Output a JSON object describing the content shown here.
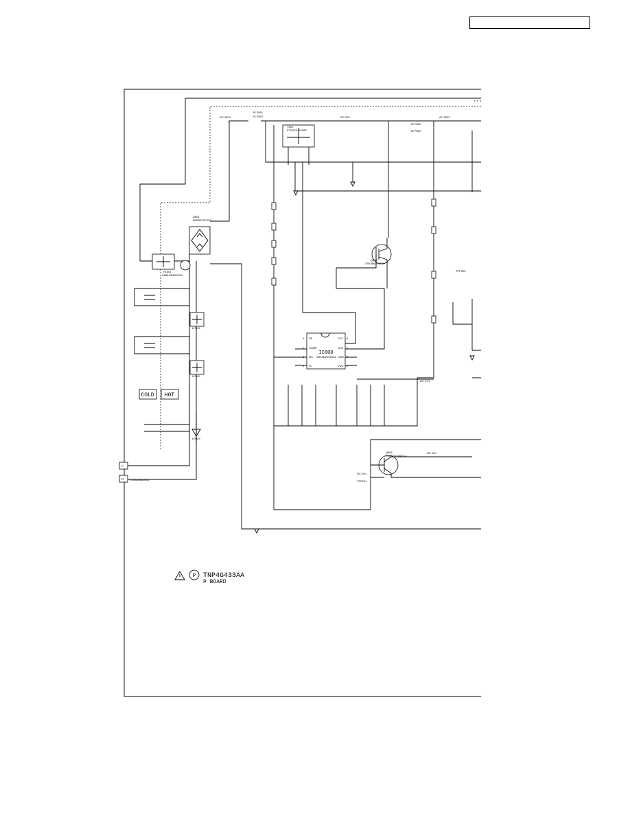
{
  "header": {
    "box_text": ""
  },
  "board": {
    "code": "TNP4G433AA",
    "name": "P BOARD",
    "id_letter": "P",
    "connector_labels": [
      "P",
      "P1"
    ],
    "connector_part": "K1KA02B00295",
    "cold_label": "COLD",
    "hot_label": "HOT"
  },
  "components": {
    "ic": {
      "ref": "IC800",
      "part": "C5HABZZ00034",
      "pins_left": [
        "FB",
        "COMP",
        "MC",
        "IS"
      ],
      "pins_right": [
        "VCC",
        "OUT",
        "GND",
        "VDD"
      ],
      "pin_nums_left": [
        "1",
        "2",
        "3",
        "4"
      ],
      "pin_nums_right": [
        "8",
        "7",
        "6",
        "5"
      ]
    },
    "transformer": {
      "ref": "T801",
      "part": "ETS4CE11006E"
    },
    "fet": {
      "ref": "Q814",
      "part": "2SK3662G0016"
    },
    "transistor": {
      "ref": "Q806",
      "part": "2SA2230000014"
    },
    "bridge": {
      "ref": "D801",
      "part": "B0EBT00C009"
    },
    "relay": {
      "ref": "RL801",
      "part": "K6B1DAB0C009"
    },
    "photocouplers": [
      "LP801",
      "LP802",
      "LP803"
    ],
    "jumpers": [
      "JS P801",
      "JS P802",
      "JS P810",
      "JS P809"
    ],
    "test_points": [
      "TPP000",
      "TPP001"
    ],
    "voltages": [
      "DC 420V",
      "DC 20V",
      "DC 5.3V",
      "DC 20V",
      "DC 12V",
      "AC 300V"
    ]
  }
}
